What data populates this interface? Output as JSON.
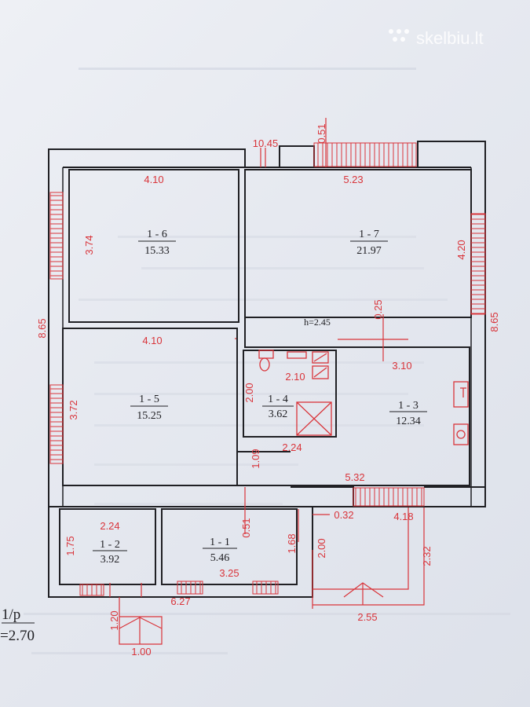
{
  "watermark": "skelbiu.lt",
  "height_note": "h=2.45",
  "scale_note": {
    "line1": "1/p",
    "line2": "=2.70"
  },
  "rooms": [
    {
      "id": "r6",
      "code": "1 - 6",
      "area": "15.33"
    },
    {
      "id": "r7",
      "code": "1 - 7",
      "area": "21.97"
    },
    {
      "id": "r5",
      "code": "1 - 5",
      "area": "15.25"
    },
    {
      "id": "r4",
      "code": "1 - 4",
      "area": "3.62"
    },
    {
      "id": "r3",
      "code": "1 - 3",
      "area": "12.34"
    },
    {
      "id": "r2",
      "code": "1 - 2",
      "area": "3.92"
    },
    {
      "id": "r1",
      "code": "1 - 1",
      "area": "5.46"
    }
  ],
  "dimensions": {
    "d_10_45": "10.45",
    "d_0_51_top": "0.51",
    "d_4_10_top": "4.10",
    "d_5_23": "5.23",
    "d_3_74": "3.74",
    "d_4_20": "4.20",
    "d_8_65_left": "8.65",
    "d_8_65_right": "8.65",
    "d_0_25": "0.25",
    "d_4_10_mid": "4.10",
    "d_3_10": "3.10",
    "d_2_10": "2.10",
    "d_2_00_bath": "2.00",
    "d_3_72": "3.72",
    "d_2_24_bath": "2.24",
    "d_1_09": "1.09",
    "d_5_32": "5.32",
    "d_0_32": "0.32",
    "d_4_18": "4.18",
    "d_2_24_small": "2.24",
    "d_1_75": "1.75",
    "d_0_51_bottom": "0.51",
    "d_1_68": "1.68",
    "d_2_00_porch": "2.00",
    "d_2_32": "2.32",
    "d_3_25": "3.25",
    "d_6_27": "6.27",
    "d_1_20": "1.20",
    "d_2_55": "2.55",
    "d_1_00": "1.00"
  },
  "colors": {
    "wall": "#202024",
    "dimension": "#d9343a",
    "paper": "#e6e9f0"
  }
}
